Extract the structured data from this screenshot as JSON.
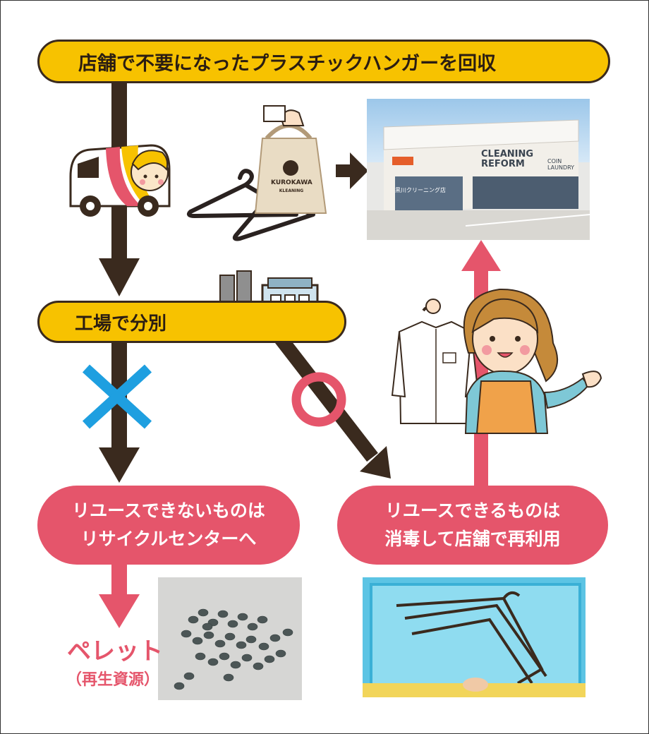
{
  "top_banner": "店舗で不要になったプラスチックハンガーを回収",
  "factory_banner": "工場で分別",
  "reuse_no": {
    "line1": "リユースできないものは",
    "line2": "リサイクルセンターへ"
  },
  "reuse_yes": {
    "line1": "リユースできるものは",
    "line2": "消毒して店舗で再利用"
  },
  "pellet": {
    "label": "ペレット",
    "sub": "（再生資源）"
  },
  "store_sign": {
    "main1": "CLEANING",
    "main2": "REFORM",
    "coin1": "COIN",
    "coin2": "LAUNDRY",
    "jp": "黒川クリーニング店"
  },
  "bag_text": {
    "line1": "KUROKAWA",
    "line2": "KLEANING"
  },
  "colors": {
    "brown": "#3a2a1e",
    "yellow": "#f7c200",
    "pink": "#e5556b",
    "blue": "#1e9fe0"
  }
}
